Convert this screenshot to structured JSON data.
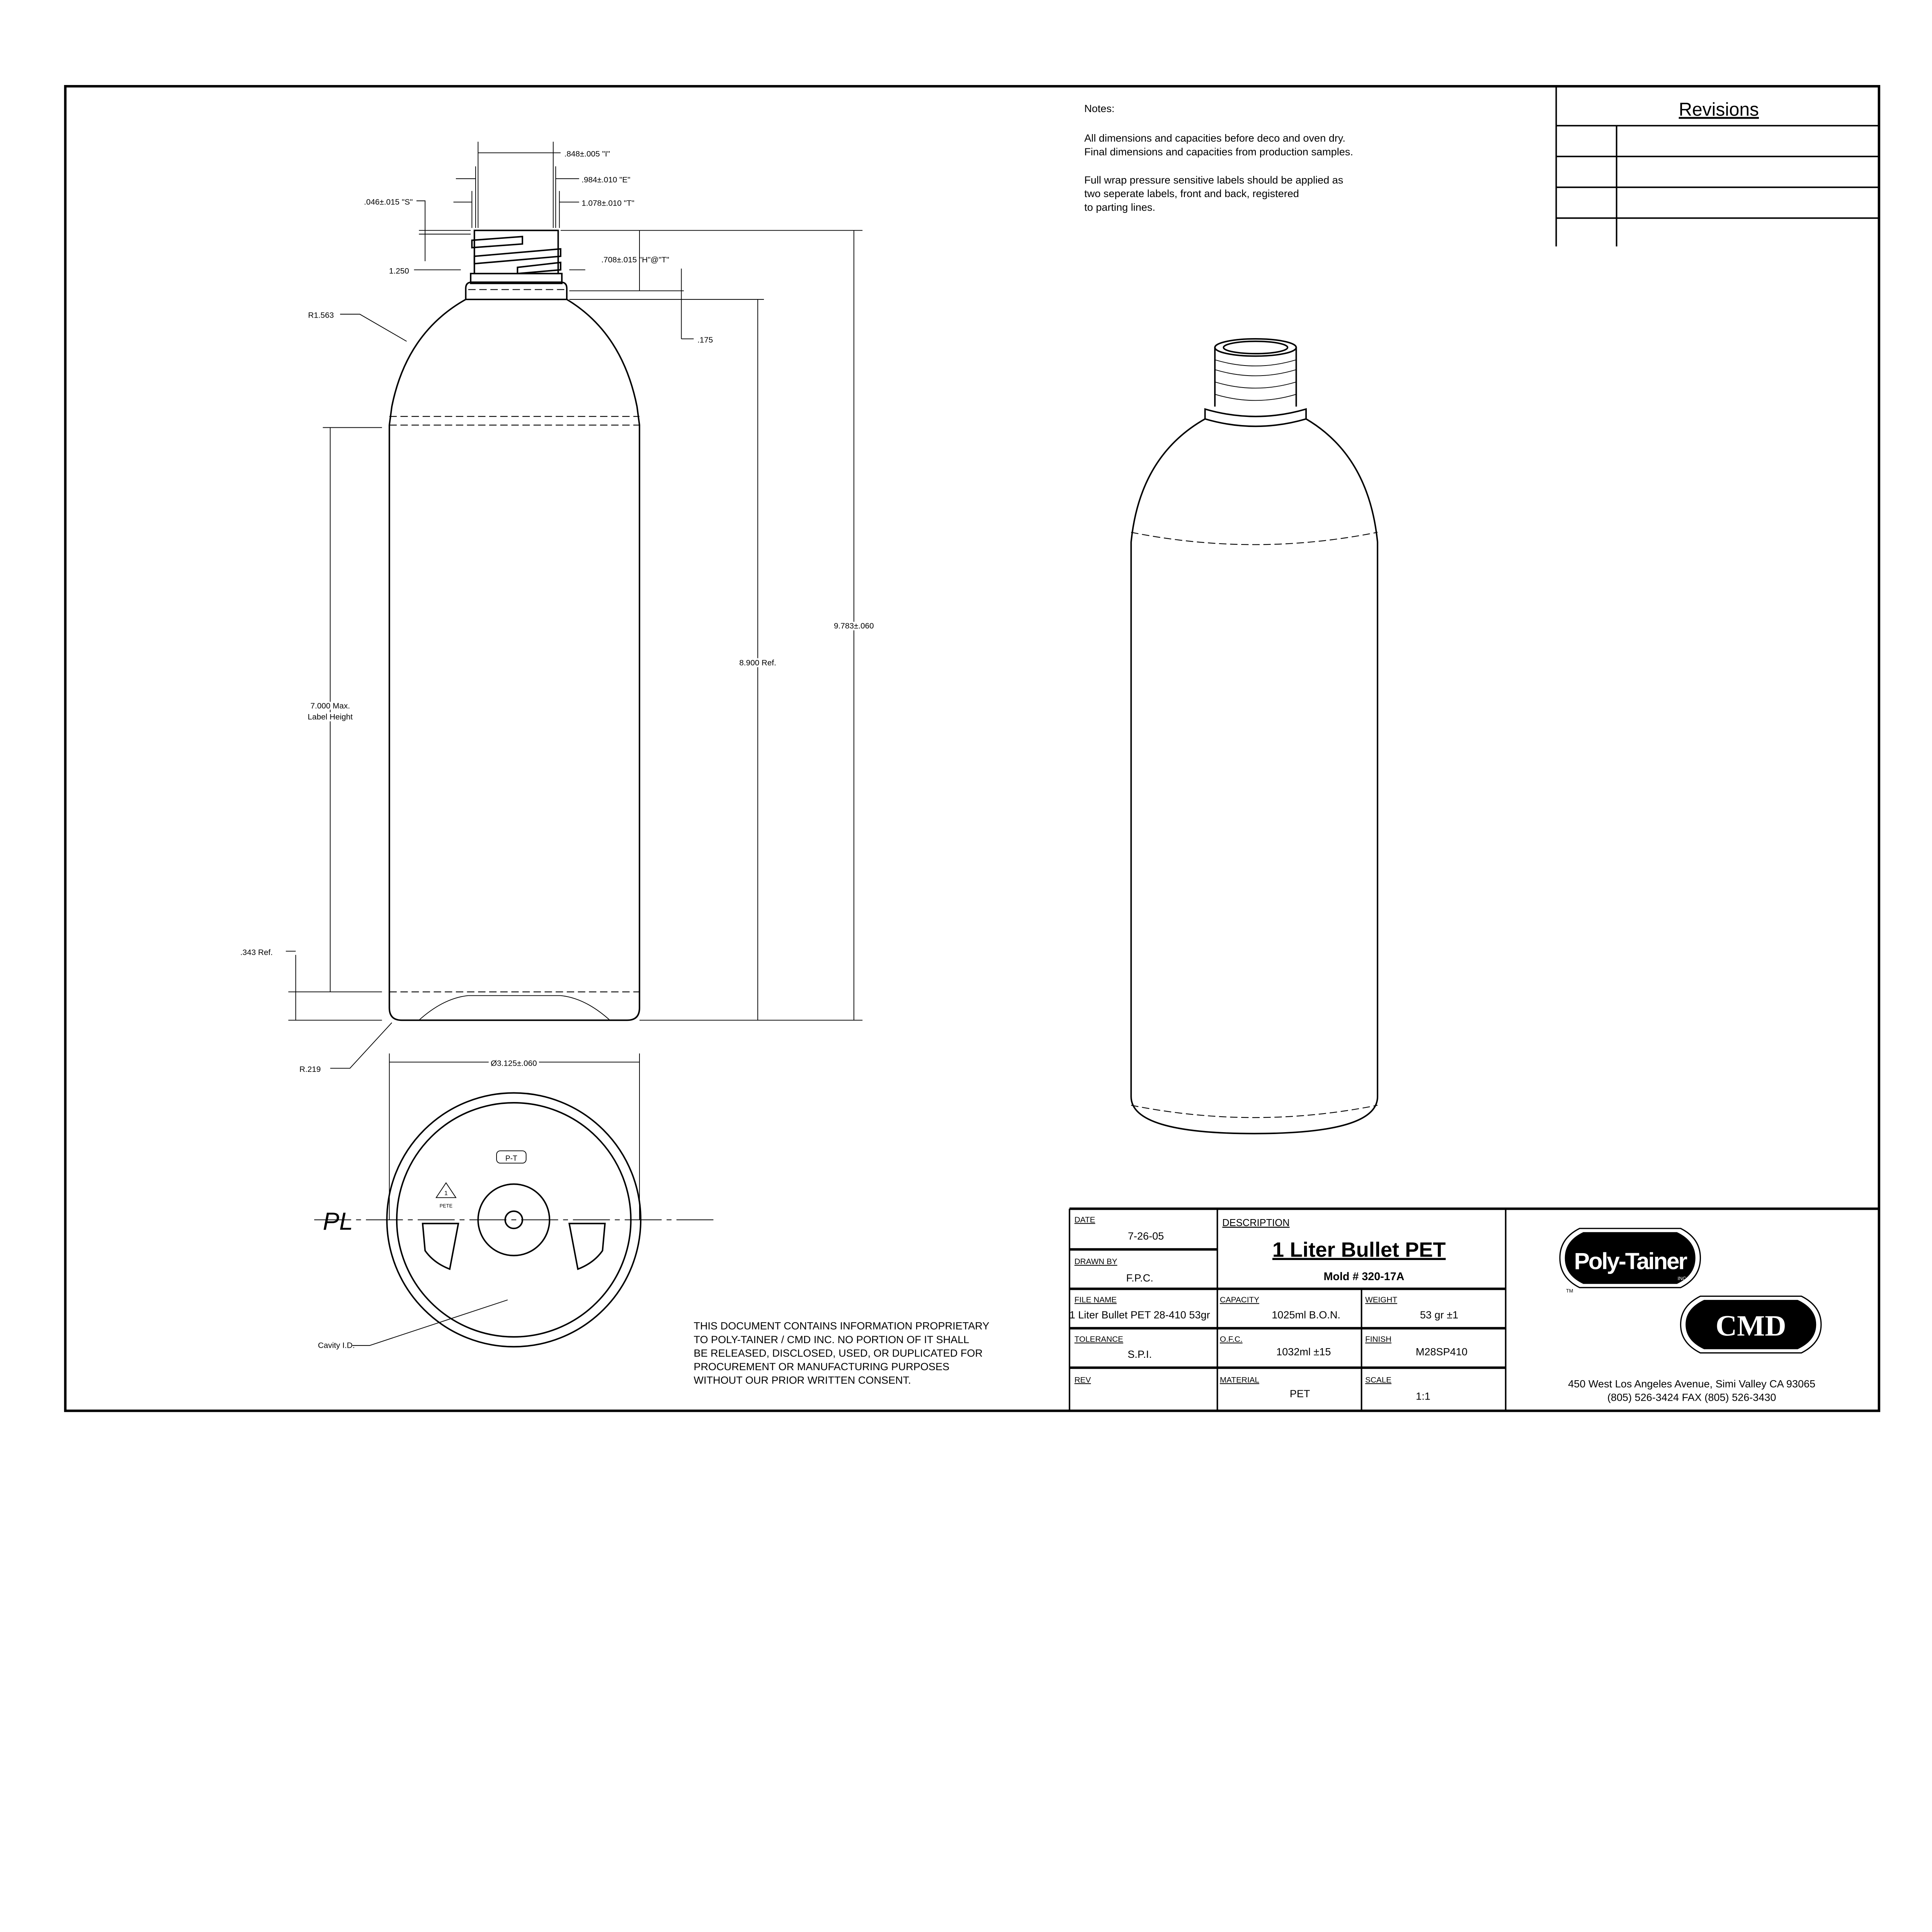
{
  "revisions": {
    "title": "Revisions"
  },
  "notes": {
    "heading": "Notes:",
    "lines": [
      "All dimensions and capacities before deco and oven dry.",
      "Final dimensions and capacities from production samples.",
      "Full wrap pressure sensitive labels should be applied as",
      "two seperate labels, front and back, registered",
      "to parting lines."
    ]
  },
  "dimensions": {
    "i": ".848±.005 \"I\"",
    "e": ".984±.010 \"E\"",
    "s": ".046±.015 \"S\"",
    "t": "1.078±.010 \"T\"",
    "neck": "1.250",
    "h": ".708±.015 \"H\"@\"T\"",
    "shoulder_radius": "R1.563",
    "shoulder_drop": ".175",
    "overall_height": "9.783±.060",
    "ref_height": "8.900 Ref.",
    "label_height_1": "7.000 Max.",
    "label_height_2": "Label Height",
    "base_ref": ".343 Ref.",
    "base_radius": "R.219",
    "diameter": "Ø3.125±.060"
  },
  "bottom_view": {
    "parting_line_symbol": "PL",
    "tag": "P-T",
    "recycle_code": "1",
    "recycle_label": "PETE",
    "cavity_label": "Cavity I.D."
  },
  "proprietary": [
    "THIS DOCUMENT CONTAINS INFORMATION PROPRIETARY",
    "TO POLY-TAINER / CMD INC.  NO PORTION OF IT SHALL",
    "BE RELEASED, DISCLOSED, USED, OR DUPLICATED FOR",
    "PROCUREMENT OR MANUFACTURING PURPOSES",
    "WITHOUT OUR PRIOR WRITTEN CONSENT."
  ],
  "title_block": {
    "date_label": "DATE",
    "date": "7-26-05",
    "drawn_by_label": "DRAWN BY",
    "drawn_by": "F.P.C.",
    "description_label": "DESCRIPTION",
    "description": "1 Liter Bullet PET",
    "mold": "Mold # 320-17A",
    "file_name_label": "FILE NAME",
    "file_name": "1 Liter Bullet PET 28-410 53gr",
    "capacity_label": "CAPACITY",
    "capacity": "1025ml B.O.N.",
    "weight_label": "WEIGHT",
    "weight": "53 gr ±1",
    "tolerance_label": "TOLERANCE",
    "tolerance": "S.P.I.",
    "ofc_label": "O.F.C.",
    "ofc": "1032ml ±15",
    "finish_label": "FINISH",
    "finish": "M28SP410",
    "rev_label": "REV",
    "material_label": "MATERIAL",
    "material": "PET",
    "scale_label": "SCALE",
    "scale": "1:1"
  },
  "company": {
    "logo1": "Poly-Tainer",
    "logo1_sub": "INC",
    "logo1_tm": "TM",
    "logo2": "CMD",
    "address": "450 West Los Angeles Avenue, Simi Valley CA 93065",
    "phone": "(805) 526-3424  FAX (805) 526-3430"
  }
}
